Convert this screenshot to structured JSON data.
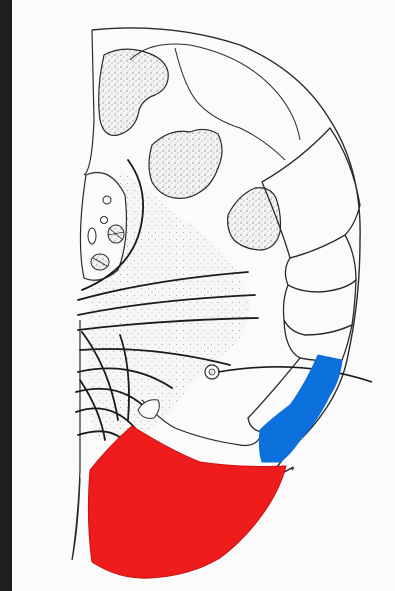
{
  "figure": {
    "colors": {
      "background": "#fbfbfb",
      "frame": "#1e1e1e",
      "line": "#2a2a2a",
      "stipple": "#9a9a9a",
      "highlight_red": "#ee1c1c",
      "highlight_blue": "#0b6fdc"
    },
    "regions": [
      "dorsal-upper-nucleus",
      "dorsal-middle-nucleus",
      "lateral-nucleus",
      "medial-vessel-structure",
      "lateral-segmented-column",
      "red-region",
      "blue-region",
      "small-circle-nerve-point"
    ]
  }
}
